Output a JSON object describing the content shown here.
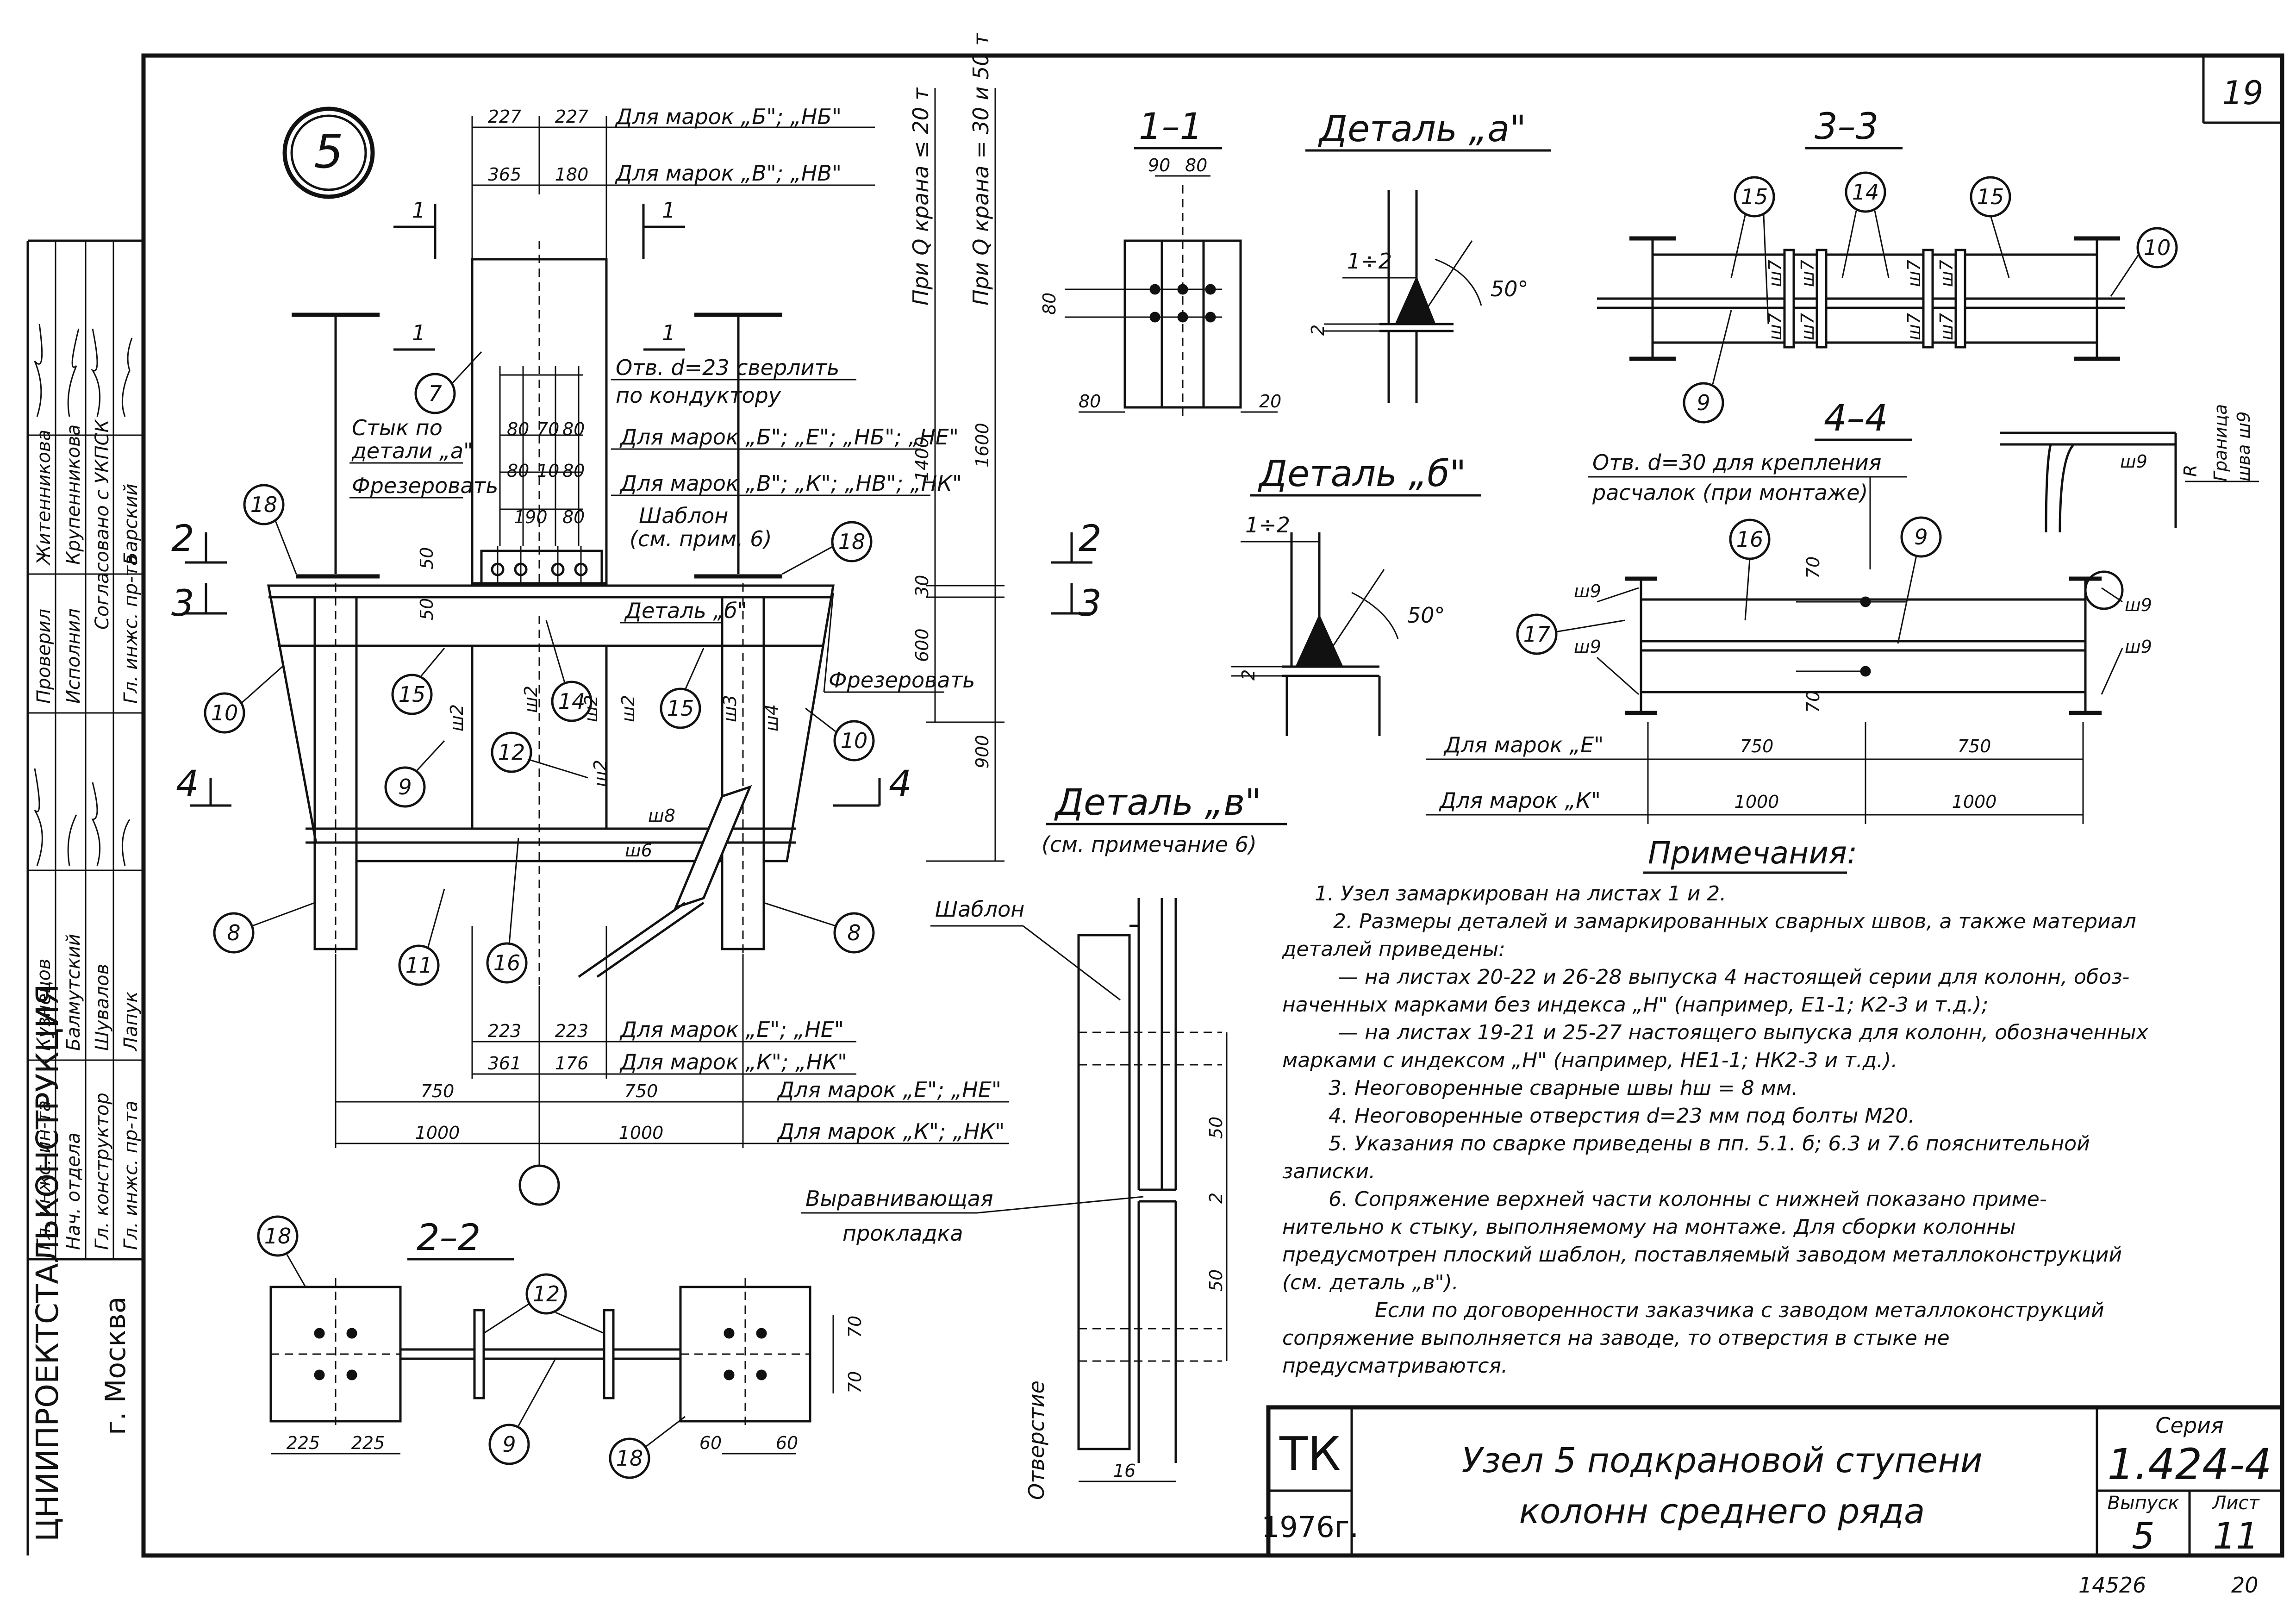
{
  "sheet": {
    "page_number": "19",
    "node_number": "5",
    "footer_code": "14526",
    "footer_sheet": "20"
  },
  "left_strip": {
    "organization": "ЦНИИПРОЕКТСТАЛЬКОНСТРУКЦИЯ",
    "city": "г. Москва",
    "signatures": [
      {
        "role": "Гл. инжс. пр-та",
        "name": "Барский"
      },
      {
        "role": "Гл. инжс. ин-та",
        "name": "Кузнецов"
      },
      {
        "role": "Нач. отдела",
        "name": "Балмутский"
      },
      {
        "role": "Гл. конструктор",
        "name": "Шувалов"
      },
      {
        "role": "Гл. инжс. пр-та",
        "name": "Лапук"
      },
      {
        "role": "Проверил",
        "name": "Житенникова"
      },
      {
        "role": "Исполнил",
        "name": "Крупенникова"
      },
      {
        "role": "Согласовано",
        "name": "с УКПСК"
      }
    ]
  },
  "main_view": {
    "dims_top_b": [
      "227",
      "227"
    ],
    "label_top_b": "Для марок „Б\"; „НБ\"",
    "dims_top_v": [
      "365",
      "180"
    ],
    "label_top_v": "Для марок „В\"; „НВ\"",
    "vertical_label_1": "При Q крана ≤ 20 т",
    "vertical_label_2": "При Q крана = 30 и 50 т",
    "hole_note_1": "Отв. d=23 сверлить",
    "hole_note_2": "по кондуктору",
    "marks_line_1": "Для марок „Б\"; „Е\"; „НБ\"; „НЕ\"",
    "marks_line_2": "Для марок „В\"; „К\"; „НВ\"; „НК\"",
    "joint_note_1": "Стык по",
    "joint_note_2": "детали „а\"",
    "mill_note": "Фрезеровать",
    "mill_note_2": "Фрезеровать",
    "template_note_1": "Шаблон",
    "template_note_2": "(см. прим. 6)",
    "detail_b_ref": "Деталь „б\"",
    "bolt_dims": [
      "80",
      "70",
      "80",
      "80",
      "10",
      "80",
      "190",
      "80"
    ],
    "height_dims": [
      "1400",
      "1600",
      "30",
      "600",
      "900"
    ],
    "small_dims": [
      "50",
      "50"
    ],
    "weld_labels": [
      "ш2",
      "ш2",
      "ш2",
      "ш2",
      "ш2",
      "ш3",
      "ш4",
      "ш8",
      "ш6"
    ],
    "dims_bot_e": [
      "223",
      "223"
    ],
    "label_bot_e": "Для марок „Е\"; „НЕ\"",
    "dims_bot_k": [
      "361",
      "176"
    ],
    "label_bot_k": "Для марок „К\"; „НК\"",
    "dims_750": [
      "750",
      "750"
    ],
    "label_750": "Для марок „Е\"; „НЕ\"",
    "dims_1000": [
      "1000",
      "1000"
    ],
    "label_1000": "Для марок „К\"; „НК\"",
    "section_marks": [
      "1",
      "1",
      "1",
      "1",
      "2",
      "2",
      "3",
      "3",
      "4",
      "4"
    ],
    "callouts": [
      "7",
      "18",
      "18",
      "10",
      "10",
      "15",
      "15",
      "14",
      "9",
      "12",
      "8",
      "8",
      "11",
      "16"
    ]
  },
  "section_1_1": {
    "title": "1–1",
    "dims": [
      "90",
      "80",
      "80",
      "80",
      "20"
    ]
  },
  "detail_a": {
    "title": "Деталь „а\"",
    "ratio": "1÷2",
    "angle": "50°",
    "gap": "2"
  },
  "detail_b": {
    "title": "Деталь „б\"",
    "ratio": "1÷2",
    "angle": "50°",
    "gap": "2"
  },
  "detail_v": {
    "title": "Деталь „в\"",
    "subtitle": "(см. примечание 6)",
    "template": "Шаблон",
    "shim_1": "Выравнивающая",
    "shim_2": "прокладка",
    "hole": "Отверстие",
    "dims": [
      "50",
      "2",
      "50",
      "16"
    ]
  },
  "section_3_3": {
    "title": "3–3",
    "welds": [
      "ш7",
      "ш7",
      "ш7",
      "ш7",
      "ш7",
      "ш7",
      "ш7",
      "ш7"
    ],
    "callouts": [
      "15",
      "14",
      "15",
      "10",
      "9"
    ]
  },
  "section_4_4": {
    "title": "4–4",
    "hole_note_1": "Отв. d=30 для крепления",
    "hole_note_2": "расчалок (при монтаже)",
    "welds": [
      "ш9",
      "ш9",
      "ш9",
      "ш9"
    ],
    "dims_70": [
      "70",
      "70"
    ],
    "row_e_label": "Для марок „Е\"",
    "row_e_dims": [
      "750",
      "750"
    ],
    "row_k_label": "Для марок „К\"",
    "row_k_dims": [
      "1000",
      "1000"
    ],
    "callouts": [
      "16",
      "9",
      "17"
    ]
  },
  "weld_detail": {
    "label_1": "Граница",
    "label_2": "шва ш9",
    "weld": "ш9",
    "dim": "R"
  },
  "section_2_2": {
    "title": "2–2",
    "dims": [
      "225",
      "225",
      "60",
      "60",
      "70",
      "70"
    ],
    "callouts": [
      "18",
      "12",
      "9",
      "18"
    ]
  },
  "notes": {
    "heading": "Примечания:",
    "lines": [
      "1. Узел замаркирован на листах 1 и 2.",
      "2. Размеры деталей и замаркированных сварных швов, а также материал",
      "деталей приведены:",
      "— на листах 20-22 и 26-28 выпуска 4 настоящей серии для колонн, обоз-",
      "наченных марками без индекса „Н\" (например, Е1-1; К2-3 и т.д.);",
      "— на листах 19-21 и 25-27 настоящего выпуска для колонн, обозначенных",
      "марками с индексом „Н\" (например, НЕ1-1; НК2-3 и т.д.).",
      "3. Неоговоренные сварные швы hш = 8 мм.",
      "4. Неоговоренные отверстия d=23 мм под болты М20.",
      "5. Указания по сварке приведены в пп. 5.1. б; 6.3 и 7.6 пояснительной",
      "записки.",
      "6. Сопряжение верхней части колонны с нижней показано приме-",
      "нительно к стыку, выполняемому на монтаже. Для сборки колонны",
      "предусмотрен плоский шаблон, поставляемый заводом металлоконструкций",
      "(см. деталь „в\").",
      "Если по договоренности заказчика с заводом металлоконструкций",
      "сопряжение выполняется на заводе, то отверстия в стыке не",
      "предусматриваются."
    ]
  },
  "title_block": {
    "code": "ТК",
    "year": "1976г.",
    "title_1": "Узел 5 подкрановой ступени",
    "title_2": "колонн среднего ряда",
    "series_label": "Серия",
    "series": "1.424-4",
    "issue_label": "Выпуск",
    "issue": "5",
    "sheet_label": "Лист",
    "sheet": "11"
  }
}
